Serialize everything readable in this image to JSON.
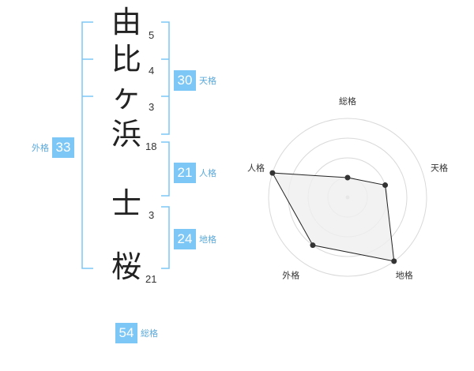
{
  "name": {
    "chars": [
      {
        "char": "由",
        "strokes": "5"
      },
      {
        "char": "比",
        "strokes": "4"
      },
      {
        "char": "ヶ",
        "strokes": "3"
      },
      {
        "char": "浜",
        "strokes": "18"
      },
      {
        "char": "士",
        "strokes": "3"
      },
      {
        "char": "桜",
        "strokes": "21"
      }
    ]
  },
  "kakusu": {
    "tenkaku": {
      "value": "30",
      "label": "天格"
    },
    "jinkaku": {
      "value": "21",
      "label": "人格"
    },
    "chikaku": {
      "value": "24",
      "label": "地格"
    },
    "gaikaku": {
      "value": "33",
      "label": "外格"
    },
    "soukaku": {
      "value": "54",
      "label": "総格"
    }
  },
  "chart_data": {
    "type": "radar",
    "axes": [
      "総格",
      "天格",
      "地格",
      "外格",
      "人格"
    ],
    "levels": 4,
    "values": [
      1,
      2,
      4,
      3,
      4
    ],
    "max": 4,
    "colors": {
      "fill": "#efefef",
      "line": "#222222",
      "grid": "#d9d9d9",
      "point": "#333333"
    }
  },
  "colors": {
    "bracket": "#7cc7f5",
    "badge": "#7cc7f5"
  }
}
